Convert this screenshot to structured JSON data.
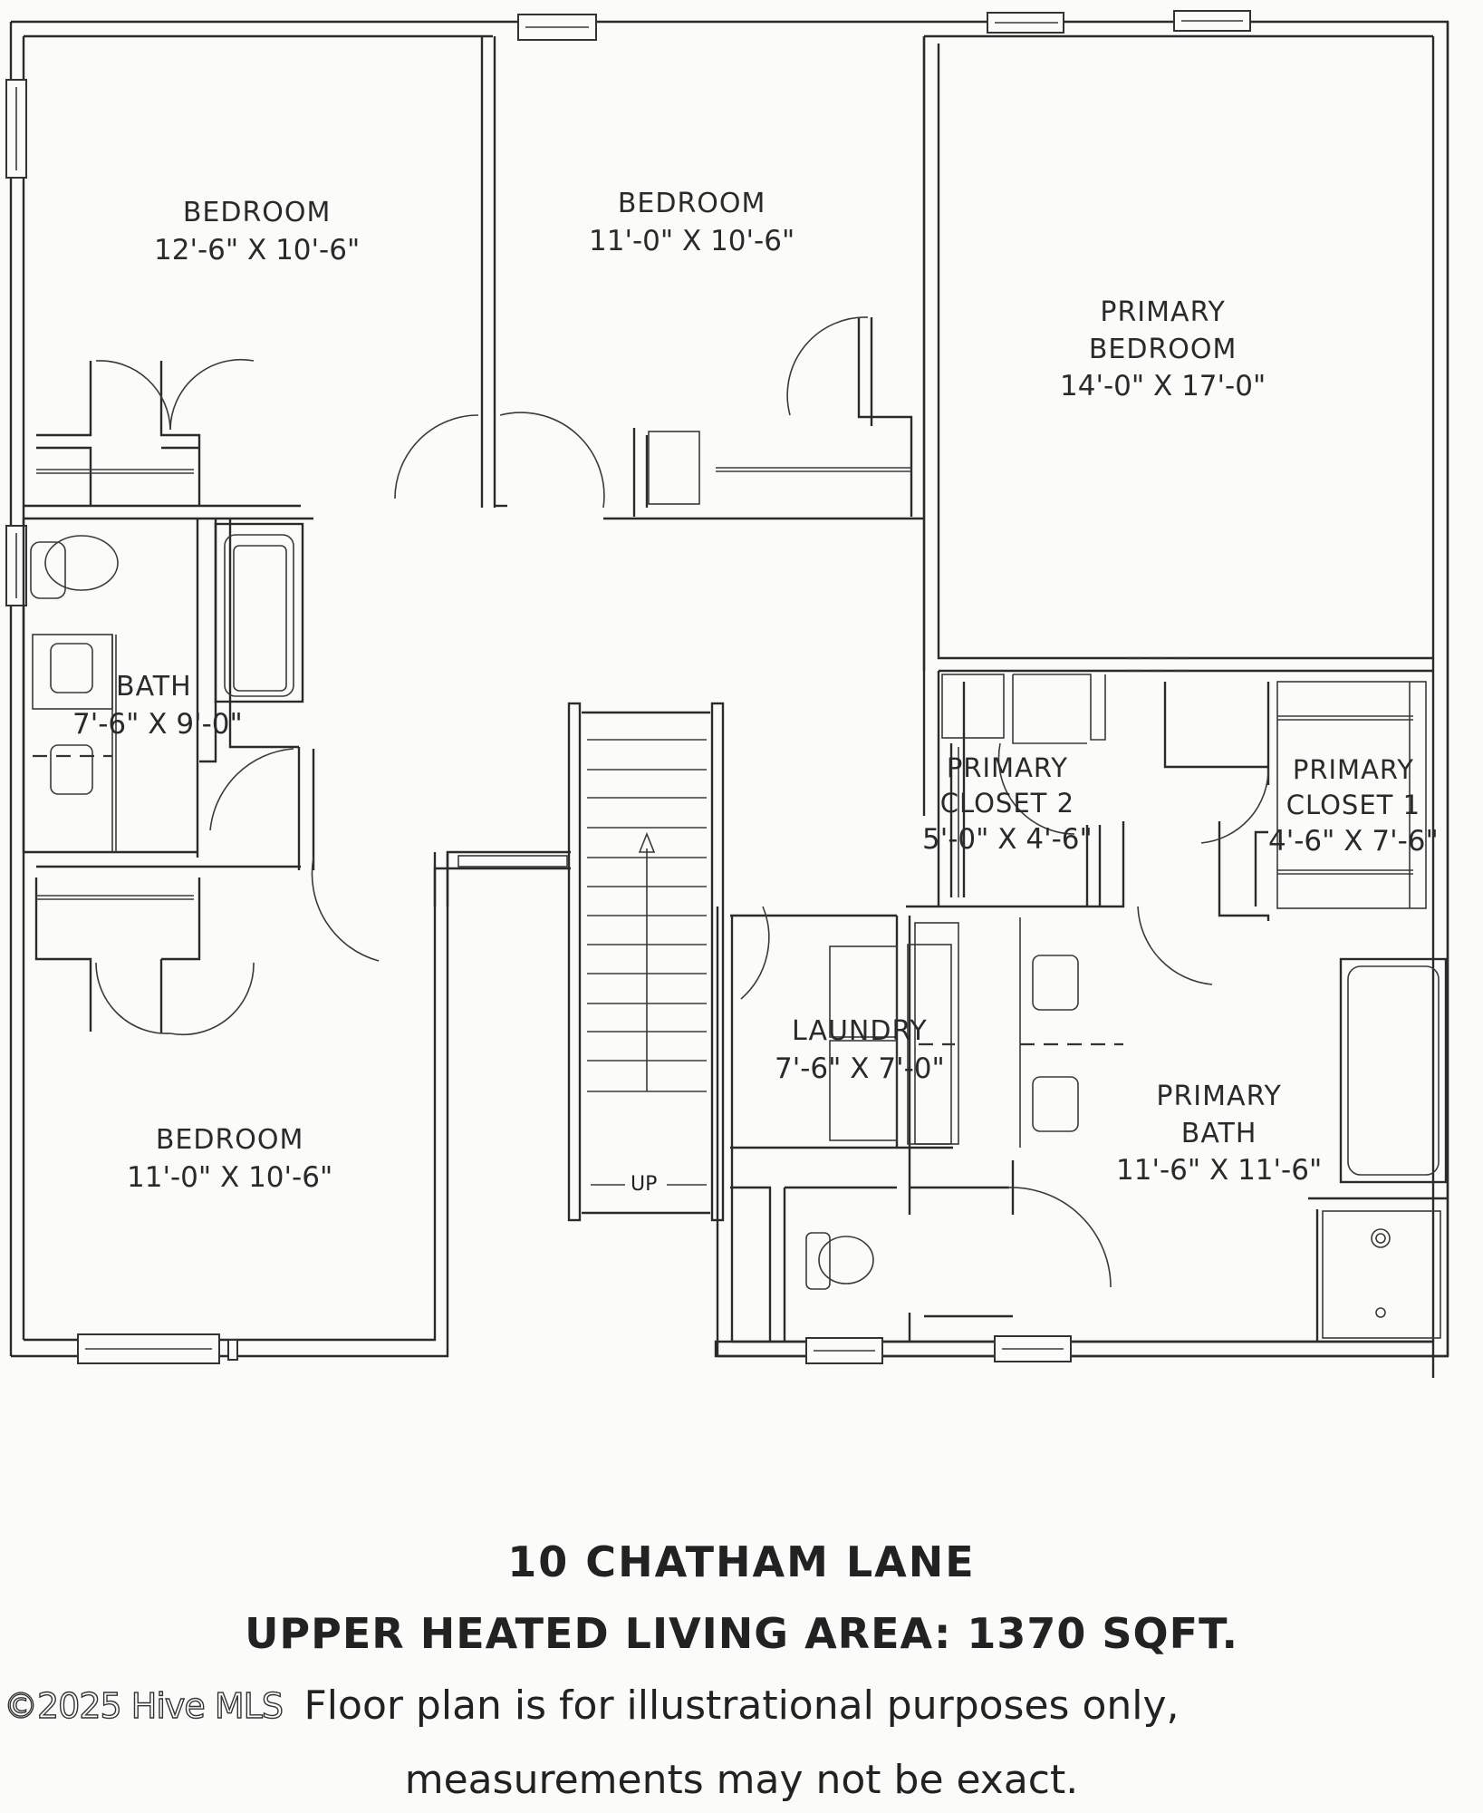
{
  "plan": {
    "rooms": [
      {
        "id": "bedroom-nw",
        "name": "BEDROOM",
        "dimensions": "12'-6\" X 10'-6\""
      },
      {
        "id": "bedroom-n",
        "name": "BEDROOM",
        "dimensions": "11'-0\" X 10'-6\""
      },
      {
        "id": "primary-bedroom",
        "name": "PRIMARY BEDROOM",
        "line1": "PRIMARY",
        "line2": "BEDROOM",
        "dimensions": "14'-0\" X 17'-0\""
      },
      {
        "id": "bath",
        "name": "BATH",
        "dimensions": "7'-6\" X 9'-0\""
      },
      {
        "id": "primary-closet-2",
        "name": "PRIMARY CLOSET 2",
        "line1": "PRIMARY",
        "line2": "CLOSET 2",
        "dimensions": "5'-0\" X 4'-6\""
      },
      {
        "id": "primary-closet-1",
        "name": "PRIMARY CLOSET 1",
        "line1": "PRIMARY",
        "line2": "CLOSET 1",
        "dimensions": "4'-6\" X 7'-6\""
      },
      {
        "id": "laundry",
        "name": "LAUNDRY",
        "dimensions": "7'-6\" X 7'-0\""
      },
      {
        "id": "primary-bath",
        "name": "PRIMARY BATH",
        "line1": "PRIMARY",
        "line2": "BATH",
        "dimensions": "11'-6\" X 11'-6\""
      },
      {
        "id": "bedroom-sw",
        "name": "BEDROOM",
        "dimensions": "11'-0\" X 10'-6\""
      }
    ],
    "stair_label": "UP"
  },
  "caption": {
    "address": "10 CHATHAM LANE",
    "area": "UPPER HEATED LIVING AREA: 1370 SQFT.",
    "disclaimer_line1": "Floor plan is for illustrational purposes only,",
    "disclaimer_line2": "measurements may not be exact."
  },
  "watermark": "©2025 Hive MLS"
}
